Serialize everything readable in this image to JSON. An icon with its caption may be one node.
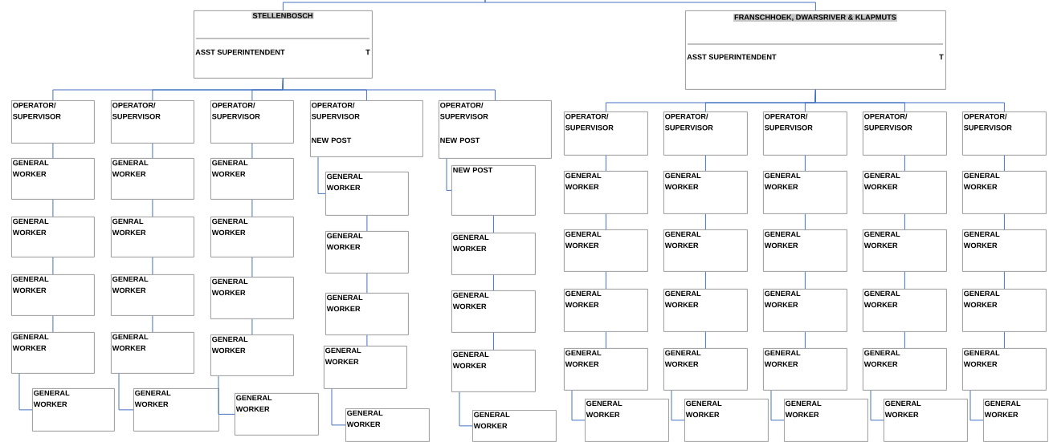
{
  "diagram": {
    "nodes": [
      {
        "text": [
          "STELLENBOSCH",
          "ASST SUPERINTENDENT",
          "T"
        ]
      },
      {
        "text": [
          "FRANSCHHOEK, DWARSRIVER & KLAPMUTS",
          "ASST SUPERINTENDENT",
          "T"
        ]
      },
      {
        "text": [
          "OPERATOR/ SUPERVISOR"
        ]
      },
      {
        "text": [
          "GENERAL WORKER"
        ]
      },
      {
        "text": [
          "GENERAL WORKER"
        ]
      },
      {
        "text": [
          "GENERAL WORKER"
        ]
      },
      {
        "text": [
          "GENERAL WORKER"
        ]
      },
      {
        "text": [
          "GENERAL WORKER"
        ]
      },
      {
        "text": [
          "OPERATOR/ SUPERVISOR"
        ]
      },
      {
        "text": [
          "GENERAL WORKER"
        ]
      },
      {
        "text": [
          "GENRAL WORKER"
        ]
      },
      {
        "text": [
          "GENERAL WORKER"
        ]
      },
      {
        "text": [
          "GENERAL WORKER"
        ]
      },
      {
        "text": [
          "GENERAL WORKER"
        ]
      },
      {
        "text": [
          "OPERATOR/ SUPERVISOR"
        ]
      },
      {
        "text": [
          "GENERAL WORKER"
        ]
      },
      {
        "text": [
          "GENERAL WORKER"
        ]
      },
      {
        "text": [
          "GENERAL WORKER"
        ]
      },
      {
        "text": [
          "GENERAL WORKER"
        ]
      },
      {
        "text": [
          "GENERAL WORKER"
        ]
      },
      {
        "text": [
          "OPERATOR/ SUPERVISOR",
          "NEW POST"
        ]
      },
      {
        "text": [
          "GENERAL WORKER"
        ]
      },
      {
        "text": [
          "GENERAL WORKER"
        ]
      },
      {
        "text": [
          "GENERAL WORKER"
        ]
      },
      {
        "text": [
          "GENERAL WORKER"
        ]
      },
      {
        "text": [
          "GENERAL WORKER"
        ]
      },
      {
        "text": [
          "OPERATOR/ SUPERVISOR",
          "NEW POST"
        ]
      },
      {
        "text": [
          "NEW POST"
        ]
      },
      {
        "text": [
          "GENERAL WORKER"
        ]
      },
      {
        "text": [
          "GENERAL WORKER"
        ]
      },
      {
        "text": [
          "GENERAL WORKER"
        ]
      },
      {
        "text": [
          "GENERAL WORKER"
        ]
      },
      {
        "text": [
          "OPERATOR/ SUPERVISOR"
        ]
      },
      {
        "text": [
          "GENERAL WORKER"
        ]
      },
      {
        "text": [
          "GENERAL WORKER"
        ]
      },
      {
        "text": [
          "GENERAL WORKER"
        ]
      },
      {
        "text": [
          "GENERAL WORKER"
        ]
      },
      {
        "text": [
          "GENERAL WORKER"
        ]
      },
      {
        "text": [
          "OPERATOR/ SUPERVISOR"
        ]
      },
      {
        "text": [
          "GENERAL WORKER"
        ]
      },
      {
        "text": [
          "GENERAL WORKER"
        ]
      },
      {
        "text": [
          "GENERAL WORKER"
        ]
      },
      {
        "text": [
          "GENERAL WORKER"
        ]
      },
      {
        "text": [
          "GENERAL WORKER"
        ]
      },
      {
        "text": [
          "OPERATOR/ SUPERVISOR"
        ]
      },
      {
        "text": [
          "GENERAL WORKER"
        ]
      },
      {
        "text": [
          "GENERAL WORKER"
        ]
      },
      {
        "text": [
          "GENERAL WORKER"
        ]
      },
      {
        "text": [
          "GENERAL WORKER"
        ]
      },
      {
        "text": [
          "GENERAL WORKER"
        ]
      },
      {
        "text": [
          "OPERATOR/ SUPERVISOR"
        ]
      },
      {
        "text": [
          "GENERAL WORKER"
        ]
      },
      {
        "text": [
          "GENERAL WORKER"
        ]
      },
      {
        "text": [
          "GENERAL WORKER"
        ]
      },
      {
        "text": [
          "GENERAL WORKER"
        ]
      },
      {
        "text": [
          "GENERAL WORKER"
        ]
      },
      {
        "text": [
          "OPERATOR/ SUPERVISOR"
        ]
      },
      {
        "text": [
          "GENERAL WORKER"
        ]
      },
      {
        "text": [
          "GENERAL WORKER"
        ]
      },
      {
        "text": [
          "GENERAL WORKER"
        ]
      },
      {
        "text": [
          "GENERAL WORKER"
        ]
      },
      {
        "text": [
          "GENERAL WORKER"
        ]
      }
    ],
    "edges": [
      {
        "from": null,
        "to": 0,
        "arrow": "none"
      },
      {
        "from": null,
        "to": 1,
        "arrow": "none"
      },
      {
        "from": 0,
        "to": 2,
        "arrow": "none"
      },
      {
        "from": 0,
        "to": 8,
        "arrow": "none"
      },
      {
        "from": 0,
        "to": 14,
        "arrow": "none"
      },
      {
        "from": 0,
        "to": 20,
        "arrow": "none"
      },
      {
        "from": 0,
        "to": 26,
        "arrow": "none"
      },
      {
        "from": 1,
        "to": 32,
        "arrow": "none"
      },
      {
        "from": 1,
        "to": 38,
        "arrow": "none"
      },
      {
        "from": 1,
        "to": 44,
        "arrow": "none"
      },
      {
        "from": 1,
        "to": 50,
        "arrow": "none"
      },
      {
        "from": 1,
        "to": 56,
        "arrow": "none"
      },
      {
        "from": 2,
        "to": 3,
        "arrow": "none"
      },
      {
        "from": 3,
        "to": 4,
        "arrow": "none"
      },
      {
        "from": 4,
        "to": 5,
        "arrow": "none"
      },
      {
        "from": 5,
        "to": 6,
        "arrow": "none"
      },
      {
        "from": 6,
        "to": 7,
        "arrow": "none"
      },
      {
        "from": 8,
        "to": 9,
        "arrow": "none"
      },
      {
        "from": 9,
        "to": 10,
        "arrow": "none"
      },
      {
        "from": 10,
        "to": 11,
        "arrow": "none"
      },
      {
        "from": 11,
        "to": 12,
        "arrow": "none"
      },
      {
        "from": 12,
        "to": 13,
        "arrow": "none"
      },
      {
        "from": 14,
        "to": 15,
        "arrow": "none"
      },
      {
        "from": 15,
        "to": 16,
        "arrow": "none"
      },
      {
        "from": 16,
        "to": 17,
        "arrow": "none"
      },
      {
        "from": 17,
        "to": 18,
        "arrow": "none"
      },
      {
        "from": 18,
        "to": 19,
        "arrow": "none"
      },
      {
        "from": 20,
        "to": 21,
        "arrow": "none"
      },
      {
        "from": 21,
        "to": 22,
        "arrow": "none"
      },
      {
        "from": 22,
        "to": 23,
        "arrow": "none"
      },
      {
        "from": 23,
        "to": 24,
        "arrow": "none"
      },
      {
        "from": 24,
        "to": 25,
        "arrow": "none"
      },
      {
        "from": 26,
        "to": 27,
        "arrow": "none"
      },
      {
        "from": 27,
        "to": 28,
        "arrow": "none"
      },
      {
        "from": 28,
        "to": 29,
        "arrow": "none"
      },
      {
        "from": 29,
        "to": 30,
        "arrow": "none"
      },
      {
        "from": 30,
        "to": 31,
        "arrow": "none"
      },
      {
        "from": 32,
        "to": 33,
        "arrow": "none"
      },
      {
        "from": 33,
        "to": 34,
        "arrow": "none"
      },
      {
        "from": 34,
        "to": 35,
        "arrow": "none"
      },
      {
        "from": 35,
        "to": 36,
        "arrow": "none"
      },
      {
        "from": 36,
        "to": 37,
        "arrow": "none"
      },
      {
        "from": 38,
        "to": 39,
        "arrow": "none"
      },
      {
        "from": 39,
        "to": 40,
        "arrow": "none"
      },
      {
        "from": 40,
        "to": 41,
        "arrow": "none"
      },
      {
        "from": 41,
        "to": 42,
        "arrow": "none"
      },
      {
        "from": 42,
        "to": 43,
        "arrow": "none"
      },
      {
        "from": 44,
        "to": 45,
        "arrow": "none"
      },
      {
        "from": 45,
        "to": 46,
        "arrow": "none"
      },
      {
        "from": 46,
        "to": 47,
        "arrow": "none"
      },
      {
        "from": 47,
        "to": 48,
        "arrow": "none"
      },
      {
        "from": 48,
        "to": 49,
        "arrow": "none"
      },
      {
        "from": 50,
        "to": 51,
        "arrow": "none"
      },
      {
        "from": 51,
        "to": 52,
        "arrow": "none"
      },
      {
        "from": 52,
        "to": 53,
        "arrow": "none"
      },
      {
        "from": 53,
        "to": 54,
        "arrow": "none"
      },
      {
        "from": 54,
        "to": 55,
        "arrow": "none"
      },
      {
        "from": 56,
        "to": 57,
        "arrow": "none"
      },
      {
        "from": 57,
        "to": 58,
        "arrow": "none"
      },
      {
        "from": 58,
        "to": 59,
        "arrow": "none"
      },
      {
        "from": 59,
        "to": 60,
        "arrow": "none"
      },
      {
        "from": 60,
        "to": 61,
        "arrow": "none"
      }
    ]
  }
}
